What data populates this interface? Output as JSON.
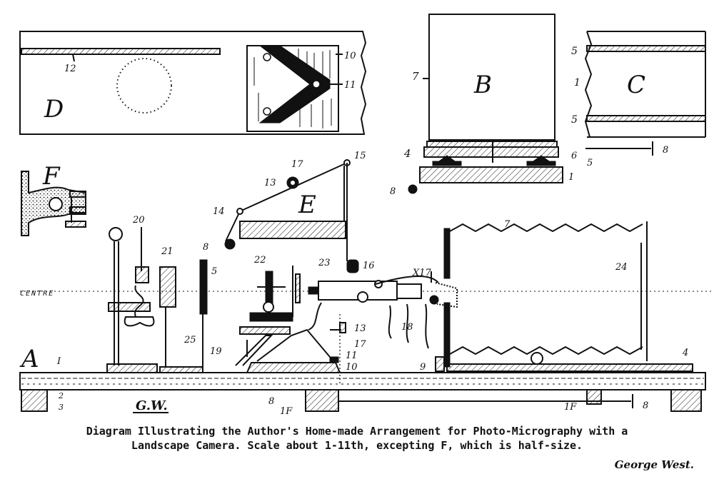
{
  "figure": {
    "caption_line1": "Diagram Illustrating the Author's Home-made Arrangement for Photo-Micrography with a",
    "caption_line2": "Landscape Camera.  Scale about 1-11th, excepting F, which is half-size.",
    "signature": "George West.",
    "monogram": "G.W.",
    "centre_label": "CENTRE"
  },
  "panels": {
    "A": "A",
    "B": "B",
    "C": "C",
    "D": "D",
    "E": "E",
    "F": "F"
  },
  "part_labels": {
    "n1": "1",
    "n1_b": "1",
    "n1_c": "1",
    "n2": "2",
    "n3": "3",
    "n4": "4",
    "n4_b": "4",
    "n5": "5",
    "n5_b": "5",
    "n5_c": "5",
    "n5_d": "5",
    "n6": "6",
    "n7": "7",
    "n7_b": "7",
    "n8": "8",
    "n8_b": "8",
    "n8_c": "8",
    "n8_d": "8",
    "n8_e": "8",
    "n9": "9",
    "n10": "10",
    "n10_d": "10",
    "n11": "11",
    "n11_d": "11",
    "n12": "12",
    "n13": "13",
    "n13_b": "13",
    "n14": "14",
    "n15": "15",
    "n16": "16",
    "n17": "17",
    "n17_b": "17",
    "nx17": "X17",
    "n18": "18",
    "n19": "19",
    "n20": "20",
    "n21": "21",
    "n22": "22",
    "n23": "23",
    "n24": "24",
    "n25": "25",
    "n1f": "1F",
    "n1f_b": "1F",
    "nI": "I"
  }
}
